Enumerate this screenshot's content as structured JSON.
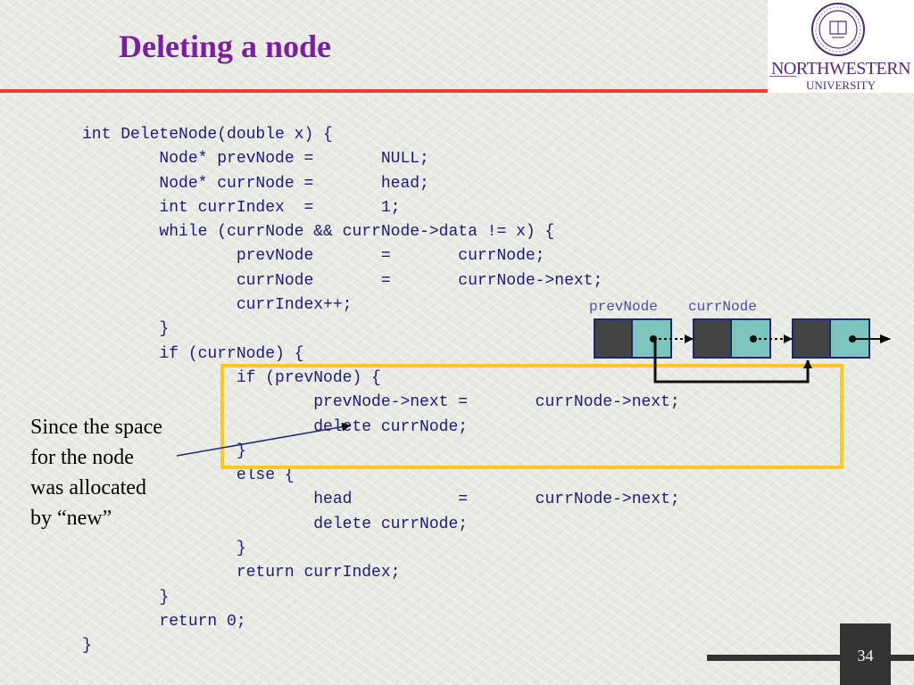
{
  "slide": {
    "title": "Deleting a node",
    "page_number": "34"
  },
  "logo": {
    "name": "NORTHWESTERN",
    "sub": "UNIVERSITY"
  },
  "code_lines": [
    "int DeleteNode(double x) {",
    "        Node* prevNode =       NULL;",
    "        Node* currNode =       head;",
    "        int currIndex  =       1;",
    "        while (currNode && currNode->data != x) {",
    "                prevNode       =       currNode;",
    "                currNode       =       currNode->next;",
    "                currIndex++;",
    "        }",
    "        if (currNode) {",
    "                if (prevNode) {",
    "                        prevNode->next =       currNode->next;",
    "                        delete currNode;",
    "                }",
    "                else {",
    "                        head           =       currNode->next;",
    "                        delete currNode;",
    "                }",
    "                return currIndex;",
    "        }",
    "        return 0;",
    "}"
  ],
  "annotation": "Since the space\nfor the node\nwas allocated\nby “new”",
  "diagram": {
    "label_prev": "prevNode",
    "label_curr": "currNode",
    "node_data_color": "#444444",
    "node_ptr_color": "#7dc4bd"
  },
  "colors": {
    "title": "#7b1fa2",
    "code": "#1b1b78",
    "highlight": "#ffc81a",
    "rule": "#e8412b"
  }
}
